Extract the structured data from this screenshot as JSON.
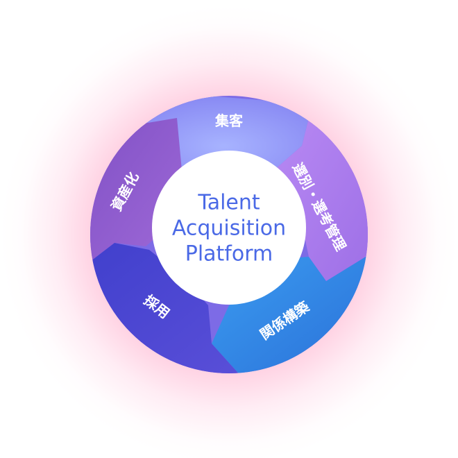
{
  "center": {
    "line1": "Talent",
    "line2": "Acquisition",
    "line3": "Platform"
  },
  "stages": [
    {
      "id": "shukyaku",
      "label": "集客",
      "color": "#8f88f6"
    },
    {
      "id": "senbetsu",
      "label": "選別・選考管理",
      "color": "#a97ff0"
    },
    {
      "id": "kankei",
      "label": "関係構築",
      "color": "#2d8ee6"
    },
    {
      "id": "saiyo",
      "label": "採用",
      "color": "#4b4ed3"
    },
    {
      "id": "shisanka",
      "label": "資産化",
      "color": "#8b58cc"
    }
  ],
  "colors": {
    "glow": "#ff6f9a",
    "center_fill": "#ffffff",
    "center_text": "#4a69e6"
  }
}
